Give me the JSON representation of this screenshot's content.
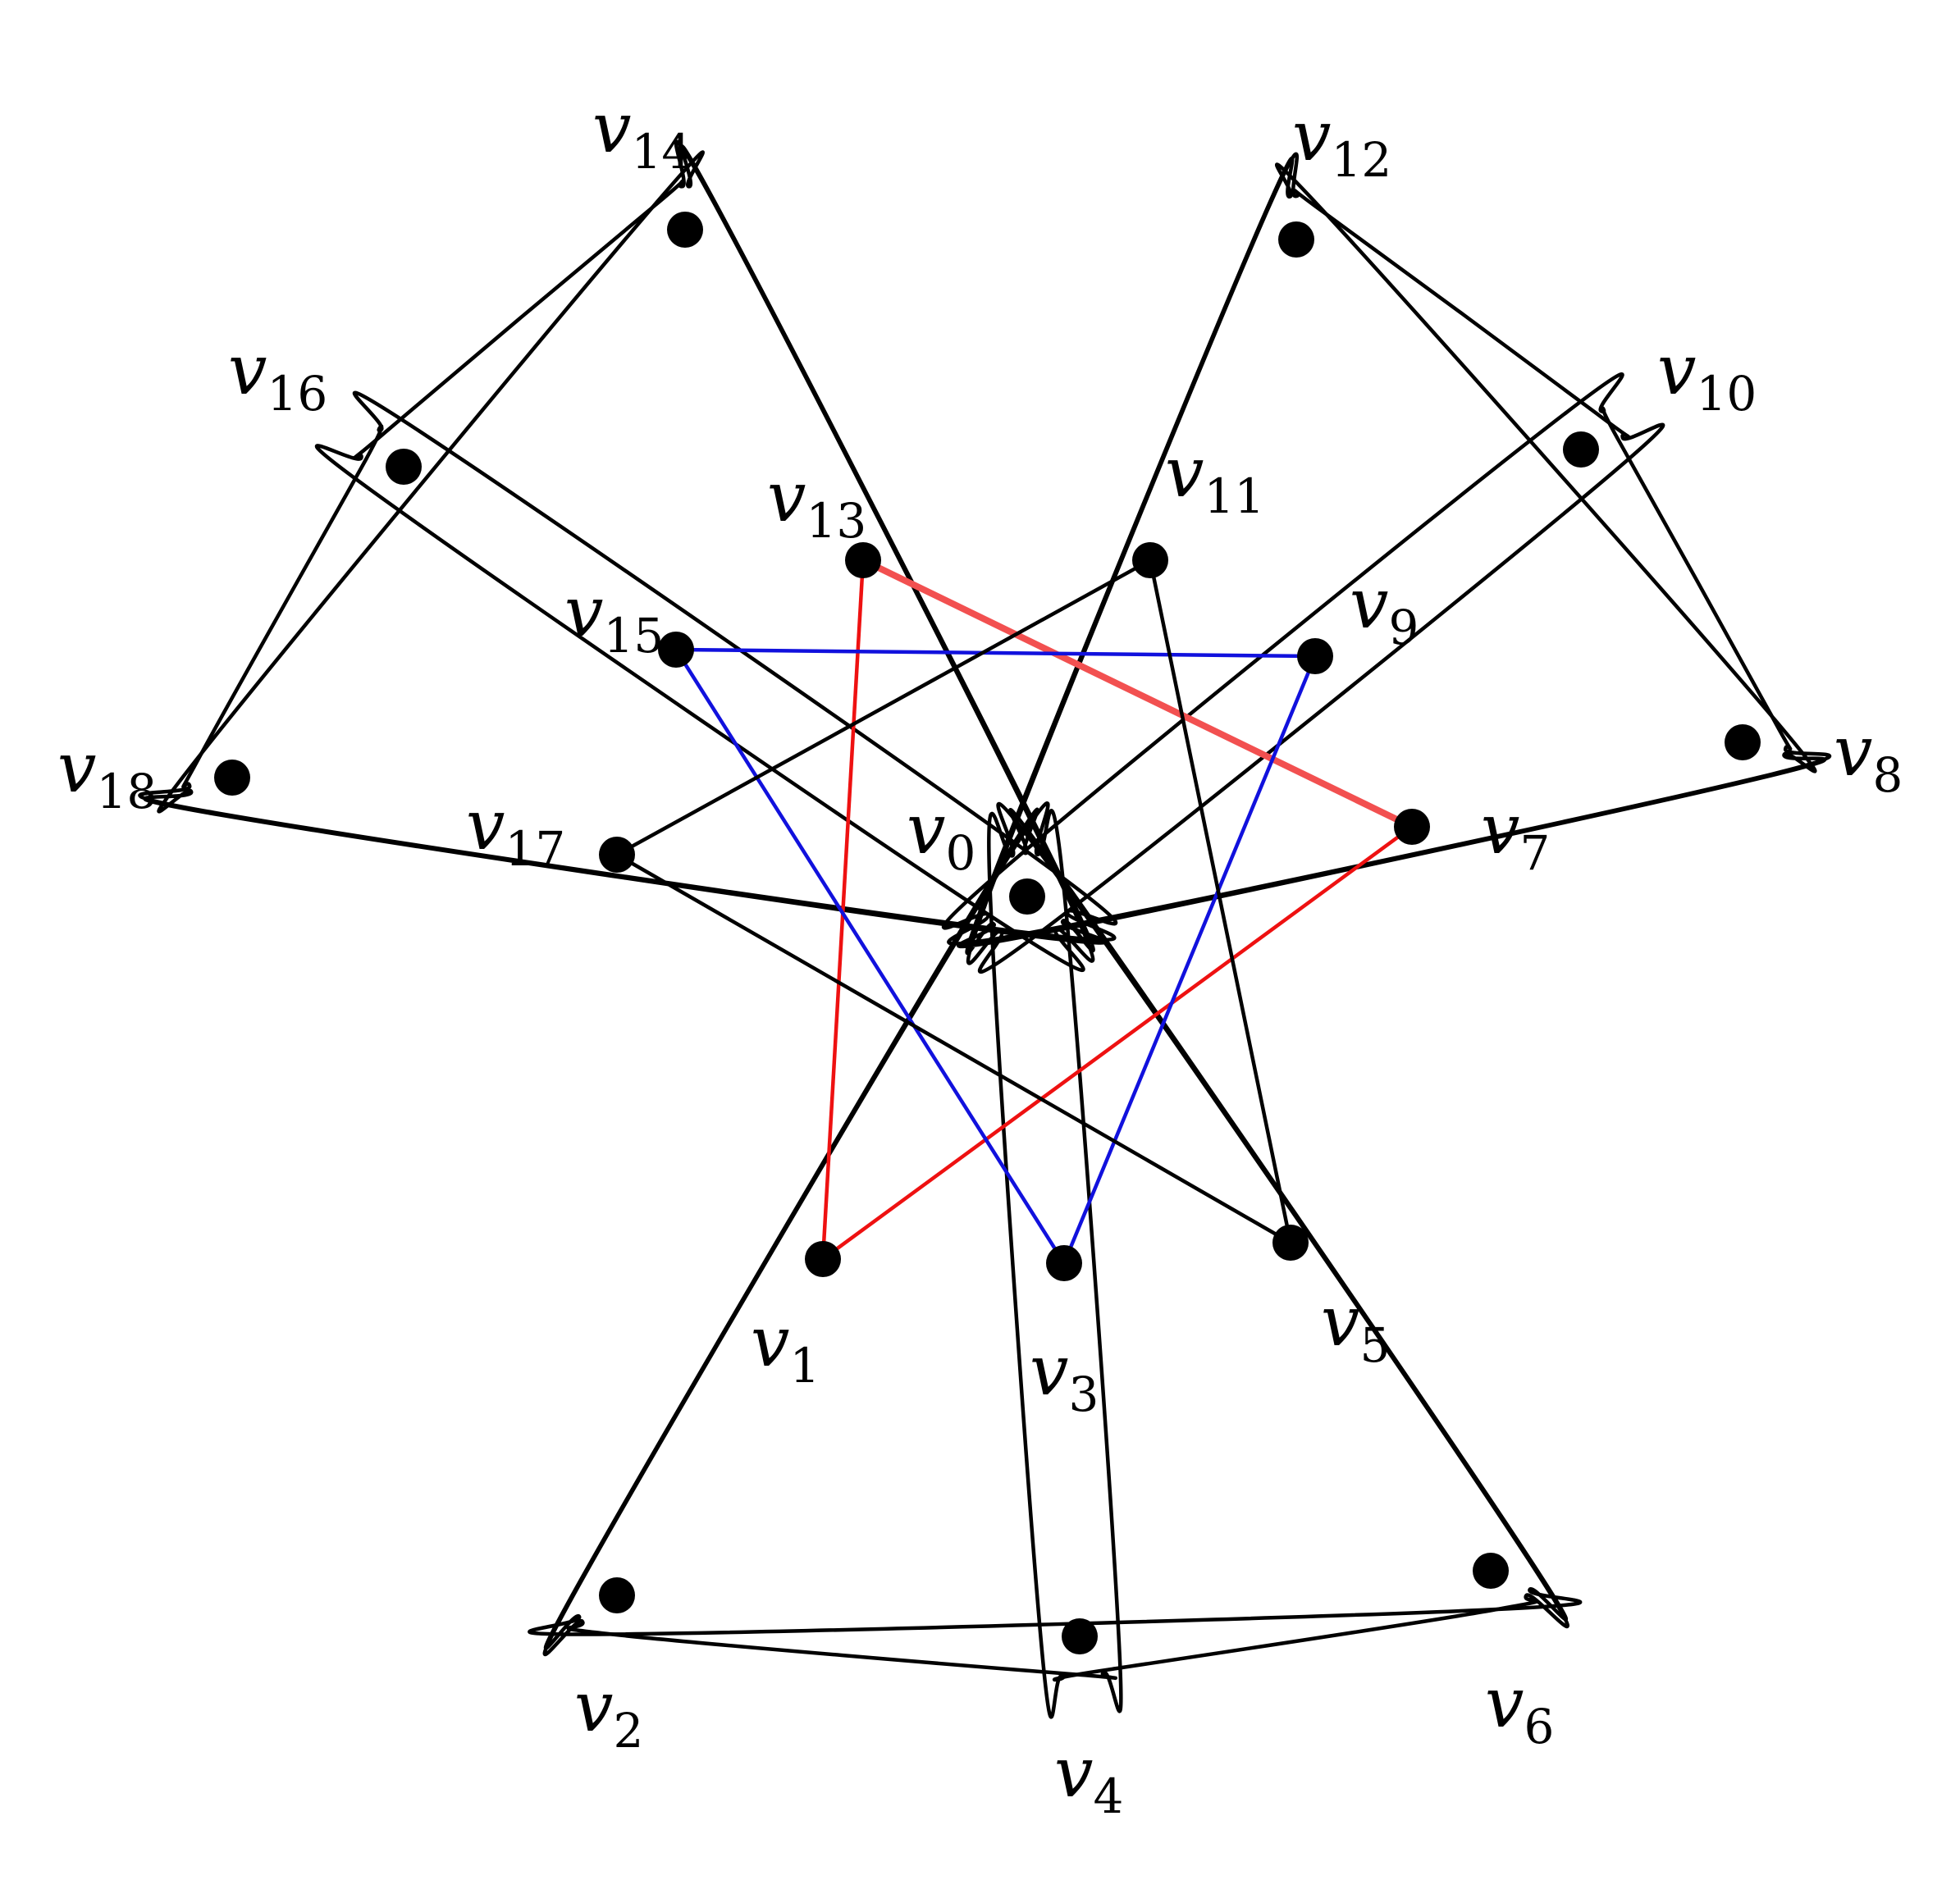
{
  "diagram": {
    "vertices": [
      {
        "id": "v0",
        "main": "v",
        "sub": "0"
      },
      {
        "id": "v1",
        "main": "v",
        "sub": "1"
      },
      {
        "id": "v2",
        "main": "v",
        "sub": "2"
      },
      {
        "id": "v3",
        "main": "v",
        "sub": "3"
      },
      {
        "id": "v4",
        "main": "v",
        "sub": "4"
      },
      {
        "id": "v5",
        "main": "v",
        "sub": "5"
      },
      {
        "id": "v6",
        "main": "v",
        "sub": "6"
      },
      {
        "id": "v7",
        "main": "v",
        "sub": "7"
      },
      {
        "id": "v8",
        "main": "v",
        "sub": "8"
      },
      {
        "id": "v9",
        "main": "v",
        "sub": "9"
      },
      {
        "id": "v10",
        "main": "v",
        "sub": "10"
      },
      {
        "id": "v11",
        "main": "v",
        "sub": "11"
      },
      {
        "id": "v12",
        "main": "v",
        "sub": "12"
      },
      {
        "id": "v13",
        "main": "v",
        "sub": "13"
      },
      {
        "id": "v14",
        "main": "v",
        "sub": "14"
      },
      {
        "id": "v15",
        "main": "v",
        "sub": "15"
      },
      {
        "id": "v16",
        "main": "v",
        "sub": "16"
      },
      {
        "id": "v17",
        "main": "v",
        "sub": "17"
      },
      {
        "id": "v18",
        "main": "v",
        "sub": "18"
      }
    ],
    "edges": [
      {
        "from": "v13",
        "to": "v1",
        "color": "#ee1111"
      },
      {
        "from": "v1",
        "to": "v7",
        "color": "#ee1111"
      },
      {
        "from": "v13",
        "to": "v7",
        "color": "#f25050"
      },
      {
        "from": "v15",
        "to": "v9",
        "color": "#1111dd"
      },
      {
        "from": "v15",
        "to": "v3",
        "color": "#1111dd"
      },
      {
        "from": "v3",
        "to": "v9",
        "color": "#1111dd"
      },
      {
        "from": "v17",
        "to": "v11",
        "color": "#000000"
      },
      {
        "from": "v11",
        "to": "v5",
        "color": "#000000"
      },
      {
        "from": "v17",
        "to": "v5",
        "color": "#000000"
      }
    ],
    "hyperedges": [
      {
        "loops": [
          "v0",
          "v14",
          "v18"
        ]
      },
      {
        "loops": [
          "v0",
          "v16",
          "v14"
        ]
      },
      {
        "loops": [
          "v0",
          "v18",
          "v16"
        ]
      },
      {
        "loops": [
          "v0",
          "v12",
          "v10"
        ]
      },
      {
        "loops": [
          "v0",
          "v10",
          "v8"
        ]
      },
      {
        "loops": [
          "v0",
          "v8",
          "v12"
        ]
      },
      {
        "loops": [
          "v0",
          "v2",
          "v6"
        ]
      },
      {
        "loops": [
          "v0",
          "v4",
          "v2"
        ]
      },
      {
        "loops": [
          "v0",
          "v6",
          "v4"
        ]
      }
    ],
    "colors": {
      "vertex": "#000000",
      "hyperedge": "#000000",
      "red": "#ee1111",
      "blue": "#1111dd"
    }
  }
}
